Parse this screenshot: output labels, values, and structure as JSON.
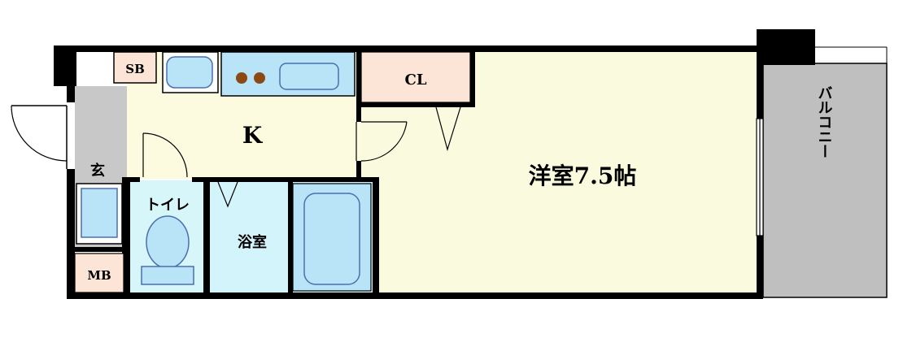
{
  "labels": {
    "sb": "SB",
    "cl": "CL",
    "kitchen": "K",
    "genkan": "玄",
    "toilet": "トイレ",
    "bath": "浴室",
    "mb": "MB",
    "room": "洋室7.5帖",
    "balcony": "バルコニー"
  },
  "colors": {
    "wall": "#000000",
    "kitchen_floor": "#FCFBDF",
    "room_floor": "#FAFBDE",
    "bath_floor": "#D3F4FA",
    "toilet_floor": "#D6F6FA",
    "fixture_blue": "#B9E3F6",
    "fixture_edge": "#4A6FB0",
    "closet_fill": "#FCE4D7",
    "genkan_floor": "#C8C8C8",
    "balcony_fill": "#BFBFBF",
    "stove_burner": "#8B4A13"
  }
}
